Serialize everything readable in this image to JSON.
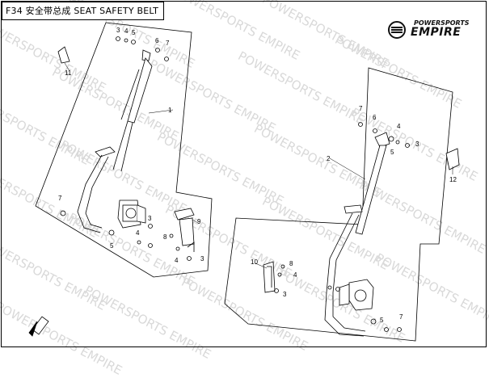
{
  "title": "F34 安全带总成 SEAT SAFETY BELT",
  "logo": {
    "line1": "POWERSPORTS",
    "line2": "EMPIRE"
  },
  "watermark": "POWERSPORTS EMPIRE",
  "callouts": [
    "1",
    "2",
    "3",
    "3",
    "3",
    "3",
    "3",
    "4",
    "4",
    "4",
    "4",
    "4",
    "5",
    "5",
    "5",
    "5",
    "6",
    "6",
    "7",
    "7",
    "7",
    "7",
    "8",
    "8",
    "9",
    "10",
    "11",
    "12"
  ]
}
